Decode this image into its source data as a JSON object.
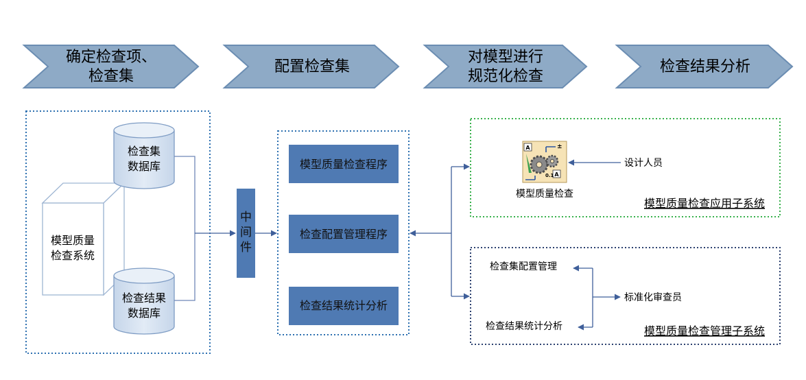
{
  "steps": [
    {
      "line1": "确定检查项、",
      "line2": "检查集"
    },
    {
      "line1": "配置检查集",
      "line2": ""
    },
    {
      "line1": "对模型进行",
      "line2": "规范化检查"
    },
    {
      "line1": "检查结果分析",
      "line2": ""
    }
  ],
  "left_group": {
    "db_check_set": {
      "line1": "检查集",
      "line2": "数据库"
    },
    "system": {
      "line1": "模型质量",
      "line2": "检查系统"
    },
    "db_result": {
      "line1": "检查结果",
      "line2": "数据库"
    }
  },
  "middleware": {
    "chars": [
      "中",
      "间",
      "件"
    ]
  },
  "programs": [
    {
      "label": "模型质量检查程序"
    },
    {
      "label": "检查配置管理程序"
    },
    {
      "label": "检查结果统计分析"
    }
  ],
  "app_subsystem": {
    "icon_label": "模型质量检查",
    "user": "设计人员",
    "title": "模型质量检查应用子系统"
  },
  "mgmt_subsystem": {
    "item1": "检查集配置管理",
    "item2": "检查结果统计分析",
    "user": "标准化审查员",
    "title": "模型质量检查管理子系统"
  },
  "colors": {
    "chevron_fill": "#8eaac6",
    "chevron_stroke": "#6b8db2",
    "box_fill": "#4f7ab3",
    "db_fill": "#d5e2f1",
    "dotted_blue": "#2b6fb0",
    "dotted_green": "#36b04a",
    "dotted_navy": "#2a3f6e",
    "arrow": "#3f5f9a"
  }
}
